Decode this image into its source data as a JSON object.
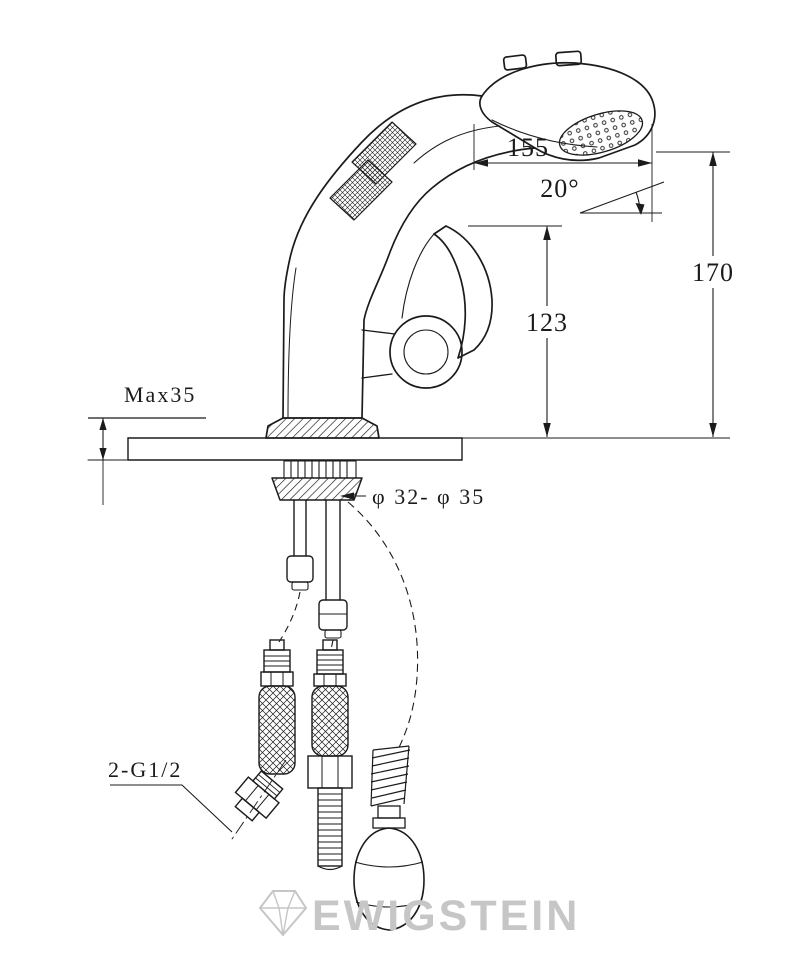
{
  "drawing": {
    "dim_reach": "155",
    "dim_angle": "20°",
    "dim_height_total": "170",
    "dim_height_spout": "123",
    "dim_deck_max": "Max35",
    "dim_hole": "φ 32- φ 35",
    "dim_thread": "2-G1/2"
  },
  "watermark": {
    "text": "EWIGSTEIN"
  },
  "colors": {
    "line": "#1b1b1b",
    "watermark": "#c6c6c6",
    "background": "#ffffff"
  }
}
